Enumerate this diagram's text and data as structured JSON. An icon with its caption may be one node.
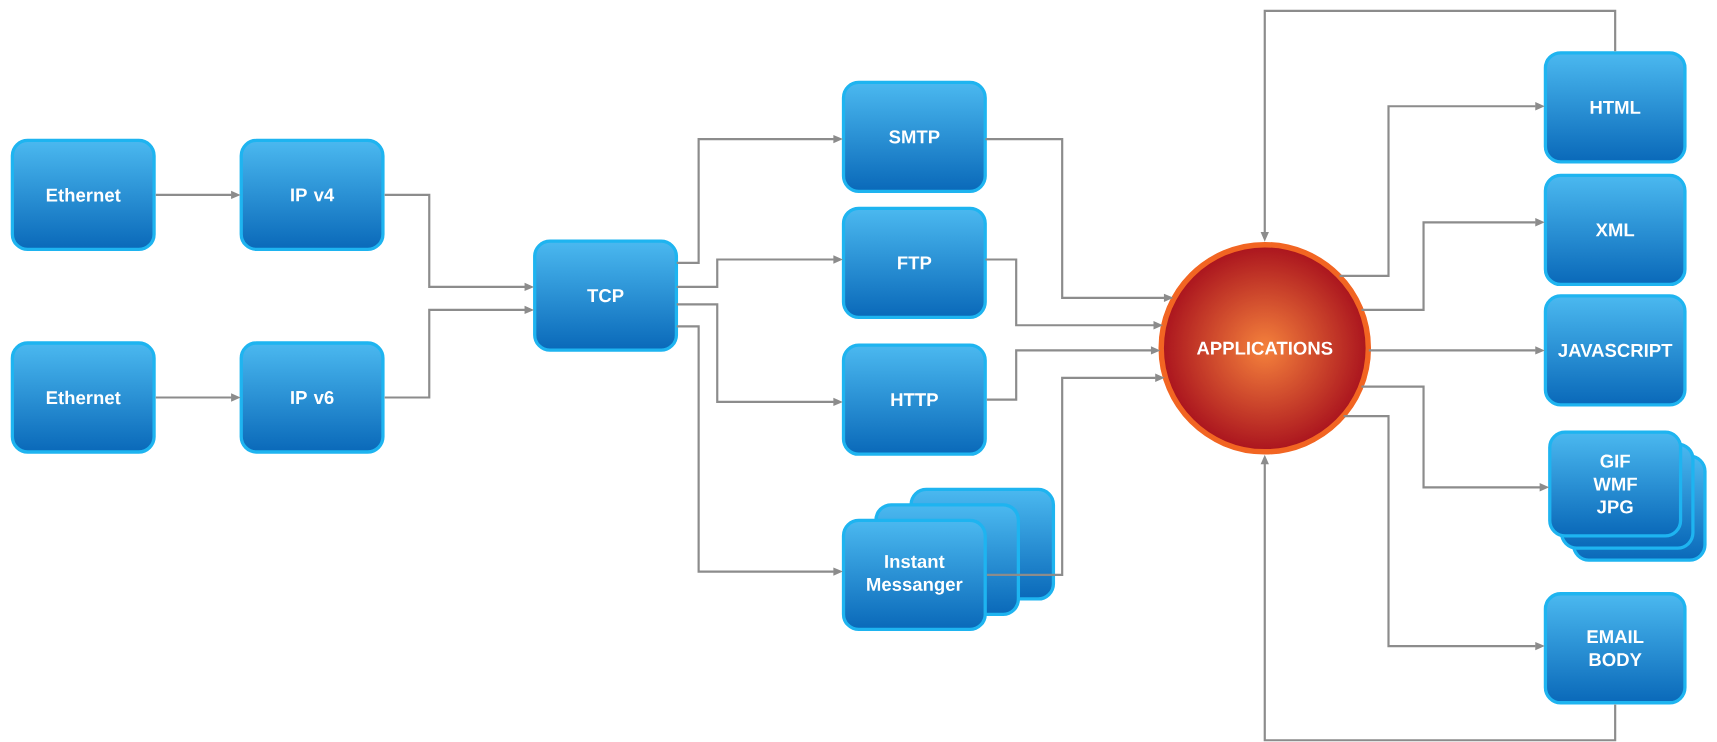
{
  "diagram": {
    "nodes": [
      {
        "text": [
          "Ethernet"
        ]
      },
      {
        "text": [
          "IP v4"
        ]
      },
      {
        "text": [
          "Ethernet"
        ]
      },
      {
        "text": [
          "IP v6"
        ]
      },
      {
        "text": [
          "TCP"
        ]
      },
      {
        "text": [
          "SMTP"
        ]
      },
      {
        "text": [
          "FTP"
        ]
      },
      {
        "text": [
          "HTTP"
        ]
      },
      {
        "text": [
          "Instant Messanger"
        ]
      },
      {
        "text": [
          "APPLICATIONS"
        ]
      },
      {
        "text": [
          "HTML"
        ]
      },
      {
        "text": [
          "XML"
        ]
      },
      {
        "text": [
          "JAVASCRIPT"
        ]
      },
      {
        "text": [
          "GIF WMF JPG"
        ]
      },
      {
        "text": [
          "EMAIL BODY"
        ]
      }
    ],
    "edges": [
      {
        "from": 0,
        "to": 1,
        "arrow": "to"
      },
      {
        "from": 2,
        "to": 3,
        "arrow": "to"
      },
      {
        "from": 1,
        "to": 4,
        "arrow": "to"
      },
      {
        "from": 3,
        "to": 4,
        "arrow": "to"
      },
      {
        "from": 4,
        "to": 5,
        "arrow": "to"
      },
      {
        "from": 4,
        "to": 6,
        "arrow": "to"
      },
      {
        "from": 4,
        "to": 7,
        "arrow": "to"
      },
      {
        "from": 4,
        "to": 8,
        "arrow": "to"
      },
      {
        "from": 5,
        "to": 9,
        "arrow": "to"
      },
      {
        "from": 6,
        "to": 9,
        "arrow": "to"
      },
      {
        "from": 7,
        "to": 9,
        "arrow": "to"
      },
      {
        "from": 8,
        "to": 9,
        "arrow": "to"
      },
      {
        "from": 9,
        "to": 10,
        "arrow": "to"
      },
      {
        "from": 9,
        "to": 11,
        "arrow": "to"
      },
      {
        "from": 9,
        "to": 12,
        "arrow": "to"
      },
      {
        "from": 9,
        "to": 13,
        "arrow": "to"
      },
      {
        "from": 9,
        "to": 14,
        "arrow": "to"
      },
      {
        "from": 10,
        "to": 9,
        "arrow": "to"
      },
      {
        "from": 14,
        "to": 9,
        "arrow": "to"
      }
    ]
  }
}
